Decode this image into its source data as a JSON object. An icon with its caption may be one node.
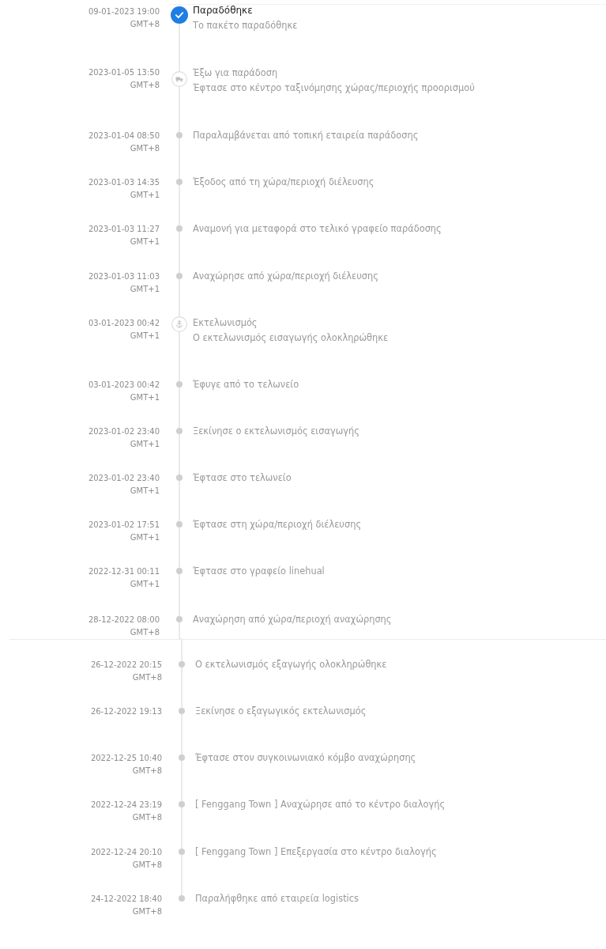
{
  "diagram": {
    "nodes": [
      {
        "text": [],
        "shape": "circle",
        "beside": [
          "09-01-2023 19:00",
          "GMT+8",
          "Παραδόθηκε",
          "Το πακέτο παραδόθηκε"
        ]
      },
      {
        "text": [],
        "shape": "circle",
        "beside": [
          "2023-01-05 13:50",
          "GMT+8",
          "Έξω για παράδοση",
          "Έφτασε στο κέντρο ταξινόμησης χώρας/περιοχής προορισμού"
        ]
      },
      {
        "text": [],
        "shape": "circle",
        "beside": [
          "2023-01-04 08:50",
          "GMT+8",
          "Παραλαμβάνεται από τοπική εταιρεία παράδοσης"
        ]
      },
      {
        "text": [],
        "shape": "circle",
        "beside": [
          "2023-01-03 14:35",
          "GMT+1",
          "Έξοδος από τη χώρα/περιοχή διέλευσης"
        ]
      },
      {
        "text": [],
        "shape": "circle",
        "beside": [
          "2023-01-03 11:27",
          "GMT+1",
          "Αναμονή για μεταφορά στο τελικό γραφείο παράδοσης"
        ]
      },
      {
        "text": [],
        "shape": "circle",
        "beside": [
          "2023-01-03 11:03",
          "GMT+1",
          "Αναχώρησε από χώρα/περιοχή διέλευσης"
        ]
      },
      {
        "text": [],
        "shape": "circle",
        "beside": [
          "03-01-2023 00:42",
          "GMT+1",
          "Εκτελωνισμός",
          "Ο εκτελωνισμός εισαγωγής ολοκληρώθηκε"
        ]
      },
      {
        "text": [],
        "shape": "circle",
        "beside": [
          "03-01-2023 00:42",
          "GMT+1",
          "Έφυγε από το τελωνείο"
        ]
      },
      {
        "text": [],
        "shape": "circle",
        "beside": [
          "2023-01-02 23:40",
          "GMT+1",
          "Ξεκίνησε ο εκτελωνισμός εισαγωγής"
        ]
      },
      {
        "text": [],
        "shape": "circle",
        "beside": [
          "2023-01-02 23:40",
          "GMT+1",
          "Έφτασε στο τελωνείο"
        ]
      },
      {
        "text": [],
        "shape": "circle",
        "beside": [
          "2023-01-02 17:51",
          "GMT+1",
          "Έφτασε στη χώρα/περιοχή διέλευσης"
        ]
      },
      {
        "text": [],
        "shape": "circle",
        "beside": [
          "2022-12-31 00:11",
          "GMT+1",
          "Έφτασε στο γραφείο linehual"
        ]
      },
      {
        "text": [],
        "shape": "circle",
        "beside": [
          "28-12-2022 08:00",
          "GMT+8",
          "Αναχώρηση από χώρα/περιοχή αναχώρησης"
        ]
      },
      {
        "text": [],
        "shape": "circle",
        "beside": [
          "26-12-2022 20:15",
          "GMT+8",
          "Ο εκτελωνισμός εξαγωγής ολοκληρώθηκε"
        ]
      },
      {
        "text": [],
        "shape": "circle",
        "beside": [
          "26-12-2022 19:13",
          "Ξεκίνησε ο εξαγωγικός εκτελωνισμός"
        ]
      },
      {
        "text": [],
        "shape": "circle",
        "beside": [
          "2022-12-25 10:40",
          "GMT+8",
          "Έφτασε στον συγκοινωνιακό κόμβο αναχώρησης"
        ]
      },
      {
        "text": [],
        "shape": "circle",
        "beside": [
          "2022-12-24 23:19",
          "GMT+8",
          "[ Fenggang Town ] Αναχώρησε από το κέντρο διαλογής"
        ]
      },
      {
        "text": [],
        "shape": "circle",
        "beside": [
          "2022-12-24 20:10",
          "GMT+8",
          "[ Fenggang Town ] Επεξεργασία στο κέντρο διαλογής"
        ]
      },
      {
        "text": [],
        "shape": "circle",
        "beside": [
          "24-12-2022 18:40",
          "GMT+8",
          "Παραλήφθηκε από εταιρεία logistics"
        ]
      }
    ],
    "edges": [
      {
        "from": 0,
        "to": 1,
        "arrow": "none"
      },
      {
        "from": 1,
        "to": 2,
        "arrow": "none"
      },
      {
        "from": 2,
        "to": 3,
        "arrow": "none"
      },
      {
        "from": 3,
        "to": 4,
        "arrow": "none"
      },
      {
        "from": 4,
        "to": 5,
        "arrow": "none"
      },
      {
        "from": 5,
        "to": 6,
        "arrow": "none"
      },
      {
        "from": 6,
        "to": 7,
        "arrow": "none"
      },
      {
        "from": 7,
        "to": 8,
        "arrow": "none"
      },
      {
        "from": 8,
        "to": 9,
        "arrow": "none"
      },
      {
        "from": 9,
        "to": 10,
        "arrow": "none"
      },
      {
        "from": 10,
        "to": 11,
        "arrow": "none"
      },
      {
        "from": 11,
        "to": 12,
        "arrow": "none"
      },
      {
        "from": 12,
        "to": 13,
        "arrow": "none"
      },
      {
        "from": 13,
        "to": 14,
        "arrow": "none"
      },
      {
        "from": 14,
        "to": 15,
        "arrow": "none"
      },
      {
        "from": 15,
        "to": 16,
        "arrow": "none"
      },
      {
        "from": 16,
        "to": 17,
        "arrow": "none"
      },
      {
        "from": 17,
        "to": 18,
        "arrow": "none"
      }
    ]
  }
}
